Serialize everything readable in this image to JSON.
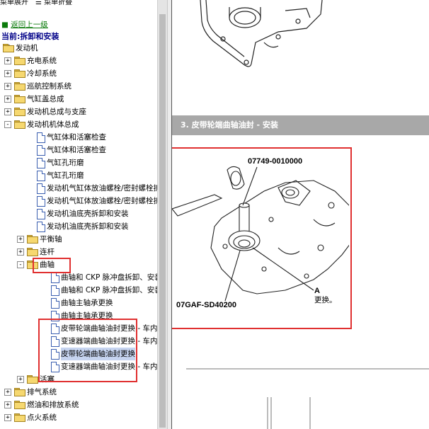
{
  "topbar": {
    "text": "菜单展开　☰ 菜单折叠"
  },
  "nav": {
    "back_prefix": "■",
    "back_label": "返回上一级",
    "current_label": "当前:拆卸和安装"
  },
  "tree": [
    {
      "label": "发动机",
      "type": "folder",
      "level": 0,
      "expander": "-"
    },
    {
      "label": "充电系统",
      "type": "folder",
      "level": 1,
      "expander": "+"
    },
    {
      "label": "冷却系统",
      "type": "folder",
      "level": 1,
      "expander": "+"
    },
    {
      "label": "巡航控制系统",
      "type": "folder",
      "level": 1,
      "expander": "+"
    },
    {
      "label": "气缸盖总成",
      "type": "folder",
      "level": 1,
      "expander": "+"
    },
    {
      "label": "发动机总成与支座",
      "type": "folder",
      "level": 1,
      "expander": "+"
    },
    {
      "label": "发动机机体总成",
      "type": "folder",
      "level": 1,
      "expander": "-"
    },
    {
      "label": "气缸体和活塞检查",
      "type": "doc",
      "level": 2
    },
    {
      "label": "气缸体和活塞检查",
      "type": "doc",
      "level": 2
    },
    {
      "label": "气缸孔珩磨",
      "type": "doc",
      "level": 2
    },
    {
      "label": "气缸孔珩磨",
      "type": "doc",
      "level": 2
    },
    {
      "label": "发动机气缸体放油螺栓/密封螺栓拆",
      "type": "doc",
      "level": 2
    },
    {
      "label": "发动机气缸体放油螺栓/密封螺栓拆",
      "type": "doc",
      "level": 2
    },
    {
      "label": "发动机油底壳拆卸和安装",
      "type": "doc",
      "level": 2
    },
    {
      "label": "发动机油底壳拆卸和安装",
      "type": "doc",
      "level": 2
    },
    {
      "label": "平衡轴",
      "type": "folder",
      "level": 2,
      "expander": "+"
    },
    {
      "label": "连杆",
      "type": "folder",
      "level": 2,
      "expander": "+"
    },
    {
      "label": "曲轴",
      "type": "folder",
      "level": 2,
      "expander": "-"
    },
    {
      "label": "曲轴和 CKP 脉冲盘拆卸、安装",
      "type": "doc",
      "level": 3
    },
    {
      "label": "曲轴和 CKP 脉冲盘拆卸、安装",
      "type": "doc",
      "level": 3
    },
    {
      "label": "曲轴主轴承更换",
      "type": "doc",
      "level": 3
    },
    {
      "label": "曲轴主轴承更换",
      "type": "doc",
      "level": 3
    },
    {
      "label": "皮带轮端曲轴油封更换 - 车内",
      "type": "doc",
      "level": 3
    },
    {
      "label": "变速器端曲轴油封更换 - 车内",
      "type": "doc",
      "level": 3
    },
    {
      "label": "皮带轮端曲轴油封更换",
      "type": "doc",
      "level": 3,
      "selected": true
    },
    {
      "label": "变速器端曲轴油封更换 - 车内",
      "type": "doc",
      "level": 3
    },
    {
      "label": "活塞",
      "type": "folder",
      "level": 2,
      "expander": "+"
    },
    {
      "label": "排气系统",
      "type": "folder",
      "level": 1,
      "expander": "+"
    },
    {
      "label": "燃油和排放系统",
      "type": "folder",
      "level": 1,
      "expander": "+"
    },
    {
      "label": "点火系统",
      "type": "folder",
      "level": 1,
      "expander": "+"
    }
  ],
  "content": {
    "section_header": "3. 皮带轮端曲轴油封 - 安装",
    "tool_top": "07749-0010000",
    "tool_bottom": "07GAF-SD40200",
    "callout_letter": "A",
    "callout_text": "更换。"
  },
  "colors": {
    "highlight": "#e03030",
    "header_bg": "#a8a8a8"
  }
}
